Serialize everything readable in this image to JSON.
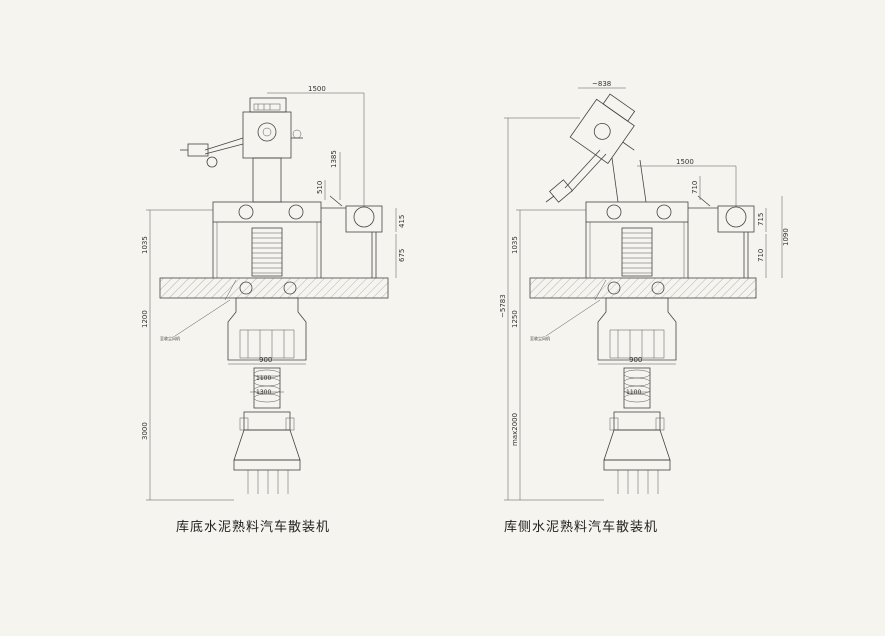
{
  "captions": {
    "left": "库底水泥熟料汽车散装机",
    "right": "库侧水泥熟料汽车散装机"
  },
  "dimensions_left": {
    "top_width": "1500",
    "h1385": "1385",
    "h510": "510",
    "h415": "415",
    "h675": "675",
    "h1035": "1035",
    "h1200": "1200",
    "h3000": "3000",
    "w900": "900",
    "w1100": "1100",
    "w1300": "1300",
    "note": "至收尘风机"
  },
  "dimensions_right": {
    "top_838": "~838",
    "w1500": "1500",
    "h710a": "710",
    "h715": "715",
    "h1090": "1090",
    "h710b": "710",
    "h1035": "1035",
    "h5783": "~5783",
    "h1250": "1250",
    "hmax2000": "max2000",
    "w900": "900",
    "w1100": "1100",
    "note": "至收尘风机"
  }
}
